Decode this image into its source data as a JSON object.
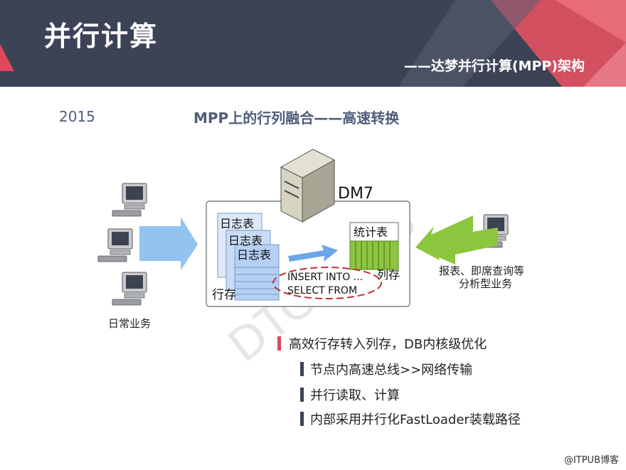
{
  "header": {
    "title": "并行计算",
    "subtitle": "——达梦并行计算(MPP)架构"
  },
  "year": "2015",
  "heading": "MPP上的行列融合——高速转换",
  "diagram": {
    "server_label": "DM7",
    "row_tables": [
      "日志表",
      "日志表",
      "日志表"
    ],
    "row_store_label": "行存",
    "stat_table": "统计表",
    "column_store_label": "列存",
    "sql_line1": "INSERT INTO ...",
    "sql_line2": "SELECT FROM",
    "watermark": "DTC 2018",
    "left_label": "日常业务",
    "right_label_line1": "报表、即席查询等",
    "right_label_line2": "分析型业务"
  },
  "bullets": {
    "main": "高效行存转入列存，DB内核级优化",
    "sub": [
      "节点内高速总线>>网络传输",
      "并行读取、计算",
      "内部采用并行化FastLoader装载路径"
    ]
  },
  "footer": "@ITPUB博客",
  "colors": {
    "header_bg": "#3c4356",
    "accent_red": "#e0475a",
    "arrow_blue": "#7fb8ee",
    "arrow_green": "#8cc63f",
    "col_green": "#8dc63f"
  }
}
